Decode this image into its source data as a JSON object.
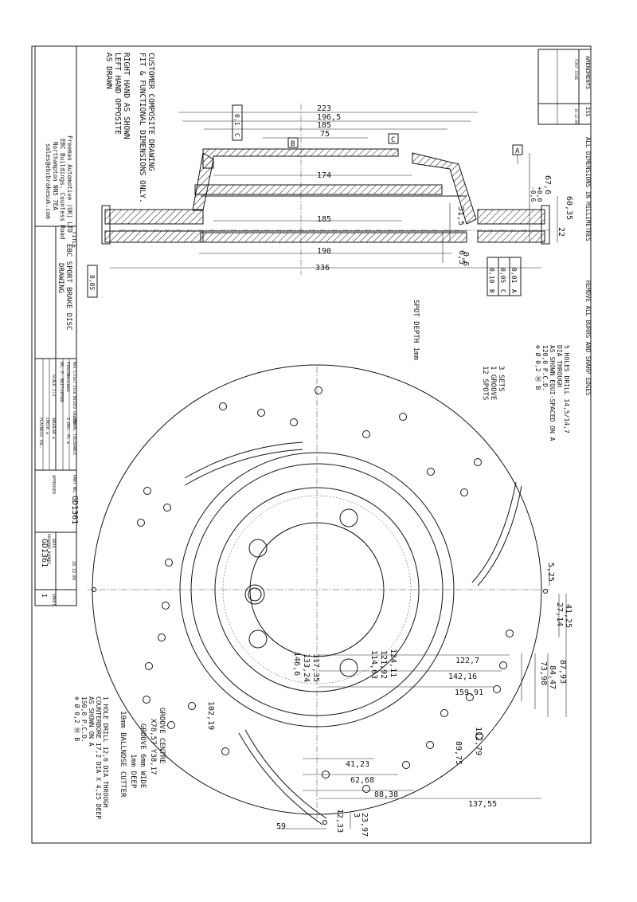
{
  "amendments": {
    "header": "AMENDMENTS",
    "iss": "ISS",
    "sub1": "FIRST ISSUE",
    "sub2": "10.12.09"
  },
  "top_notes": {
    "units": "ALL DIMENSIONS IN MILLIMETRES",
    "burrs": "REMOVE ALL BURRS AND SHARP EDGES"
  },
  "left_notes": [
    "CUSTOMER COMPOSITE DRAWING",
    "FIT & FUNCTIONAL DIMENSIONS ONLY.",
    "RIGHT HAND AS SHOWN",
    "LEFT HAND OPPOSITE",
    "AS DRAWN"
  ],
  "section_view": {
    "diameters": [
      "223",
      "196,5",
      "185",
      "75",
      "174",
      "185",
      "190",
      "336"
    ],
    "heights": [
      "60,35",
      "67,6",
      "+0,0",
      "-0,6",
      "22",
      "31,5",
      "6,5",
      "0,6"
    ],
    "datums": {
      "a": "A",
      "b": "B",
      "c": "C"
    },
    "fcf_top": {
      "tol": "0,1",
      "ref": "C"
    },
    "fcf_left": {
      "tol": "0,05"
    },
    "fcf_right": [
      {
        "tol": "0,01",
        "ref": "A"
      },
      {
        "tol": "0,05",
        "ref": "C"
      },
      {
        "tol": "0,10",
        "ref": "B"
      }
    ]
  },
  "hole_notes": [
    "5 HOLES DRILL 14,5/14,7",
    "DIA THROUGH",
    "AS SHOWN EQUI-SPACED ON A",
    "120,0 P.C.D.",
    "⊕ Ø 0,2 Ⓜ B"
  ],
  "groove_notes": [
    "3 SETS",
    "1 GROOVE",
    "12 SPOTS"
  ],
  "spot_depth": "SPOT DEPTH 1mm",
  "bottom_notes": [
    "GROOVE CENTRE",
    "X78,57 Y38,17",
    "GROOVE 6mm WIDE",
    "1mm DEEP",
    "10mm BALLNOSE CUTTER"
  ],
  "hole_note2": [
    "1 HOLE DRILL 12,6 DIA THROUGH",
    "COUNTERBORE 17,2 DIA X 4,25 DEEP",
    "AS SHOWN ON A",
    "150,0 P.C.D.",
    "⊕ Ø 0,2 Ⓜ B"
  ],
  "face_dims": [
    "5,25",
    "41,25",
    "27,14",
    "87,93",
    "84,47",
    "73,98",
    "124,11",
    "121,92",
    "114,63",
    "117,35",
    "133,24",
    "146,6",
    "122,7",
    "142,16",
    "159,91",
    "102,19",
    "112,79",
    "89,75",
    "41,23",
    "62,68",
    "88,38",
    "137,55",
    "23,97",
    "3",
    "12,33",
    "59"
  ],
  "company": [
    "Freeman Automotive (UK) LTD",
    "EBC Buildings, Countess Road",
    "Northampton NN5 7EA",
    "sales@ebcbrakesuk.com"
  ],
  "title_label": "TITLE",
  "title": [
    "EBC SPORT BRAKE DISC",
    "DRAWING"
  ],
  "material": {
    "mat_label": "MAT'L",
    "mat": "Cast Iron BS1452 Gr.250",
    "finish_label": "FINISH",
    "finish": "MACHINED",
    "dr_label": "DR.",
    "dr": "P. BRITCHFORD",
    "scale": "SCALE 1:2"
  },
  "tolerance": {
    "header": "GENERAL TOLERANCE",
    "r1": "2 DEC. PL ±",
    "r2": "ANGULAR ±",
    "r3": "CHECK ±",
    "r4": "FLATNESS TOL."
  },
  "part": {
    "label": "PART NO.",
    "value": "GD1361",
    "approved": "APPROVED",
    "date_label": "DATE",
    "date": "10.12.09",
    "drg_label": "DRAWING NUMBER",
    "drg": "GD1361",
    "sheet_label": "SHEET",
    "sheet": "1"
  }
}
